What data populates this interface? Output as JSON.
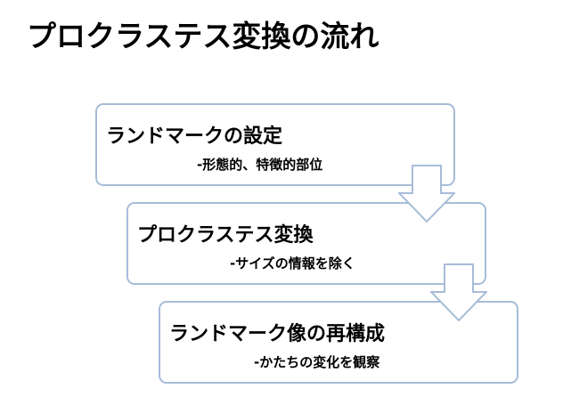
{
  "slide": {
    "title": "プロクラステス変換の流れ"
  },
  "steps": [
    {
      "main": "ランドマークの設定",
      "sub": "-形態的、特徴的部位"
    },
    {
      "main": "プロクラステス変換",
      "sub": "-サイズの情報を除く"
    },
    {
      "main": "ランドマーク像の再構成",
      "sub": "-かたちの変化を観察"
    }
  ],
  "colors": {
    "box_border": "#a7bcd8",
    "arrow_stroke": "#a7bcd8",
    "arrow_fill": "#ffffff",
    "text": "#000000"
  },
  "icons": {
    "arrow": "down-arrow-icon"
  }
}
